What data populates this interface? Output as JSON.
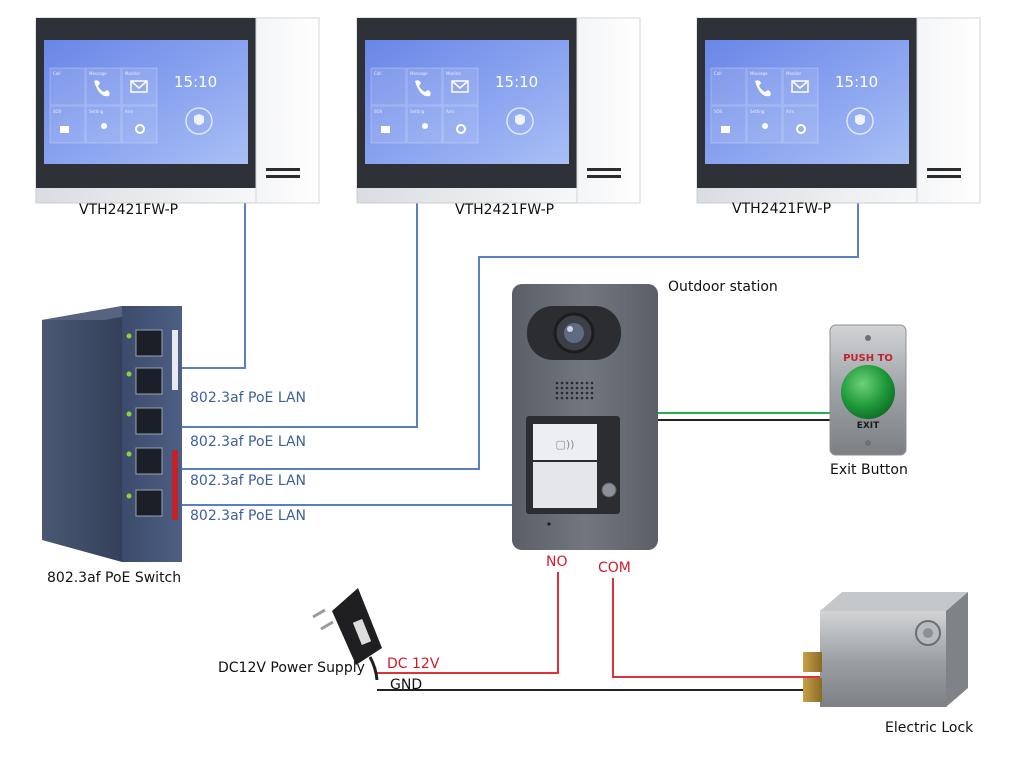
{
  "monitors": [
    {
      "label": "VTH2421FW-P",
      "time": "15:10"
    },
    {
      "label": "VTH2421FW-P",
      "time": "15:10"
    },
    {
      "label": "VTH2421FW-P",
      "time": "15:10"
    }
  ],
  "monitor_screen": {
    "tiles": [
      "Call",
      "Message",
      "Monitor",
      "SOS",
      "Setting",
      "Arm"
    ]
  },
  "switch": {
    "label": "802.3af PoE Switch"
  },
  "lan_labels": [
    "802.3af PoE LAN",
    "802.3af PoE LAN",
    "802.3af PoE LAN",
    "802.3af PoE LAN"
  ],
  "outdoor_station": {
    "label": "Outdoor station"
  },
  "exit_button": {
    "label": "Exit Button",
    "top_text": "PUSH TO",
    "bottom_text": "EXIT"
  },
  "terminals": {
    "no": "NO",
    "com": "COM"
  },
  "power": {
    "label": "DC12V Power Supply",
    "dc_label": "DC 12V",
    "gnd_label": "GND"
  },
  "lock": {
    "label": "Electric Lock"
  },
  "colors": {
    "lan_wire": "#5b7fc3",
    "power_wire": "#e0303a",
    "gnd_wire": "#222222",
    "green_wire": "#27b04b"
  }
}
